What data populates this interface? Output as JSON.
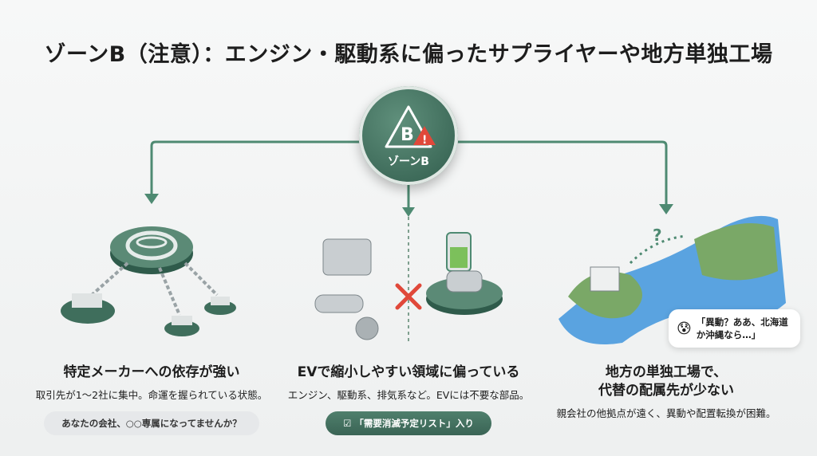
{
  "title": "ゾーンB（注意）：エンジン・駆動系に偏ったサプライヤーや地方単独工場",
  "hub": {
    "letter": "B",
    "label": "ゾーンB",
    "icon": "warning-icon"
  },
  "columns": [
    {
      "heading": "特定メーカーへの依存が強い",
      "sub": "取引先が1〜2社に集中。命運を握られている状態。",
      "pill": "あなたの会社、○○専属になってませんか？"
    },
    {
      "heading": "EVで縮小しやすい領域に偏っている",
      "sub": "エンジン、駆動系、排気系など。EVには不要な部品。",
      "pill": "「需要消滅予定リスト」入り"
    },
    {
      "heading_line1": "地方の単独工場で、",
      "heading_line2": "代替の配属先が少ない",
      "sub": "親会社の他拠点が遠く、異動や配置転換が困難。",
      "bubble": "「異動？ああ、北海道か沖縄なら…」",
      "question": "?"
    }
  ],
  "colors": {
    "accent": "#3f6e5c",
    "line": "#4e8a72",
    "cross": "#e0483a"
  }
}
